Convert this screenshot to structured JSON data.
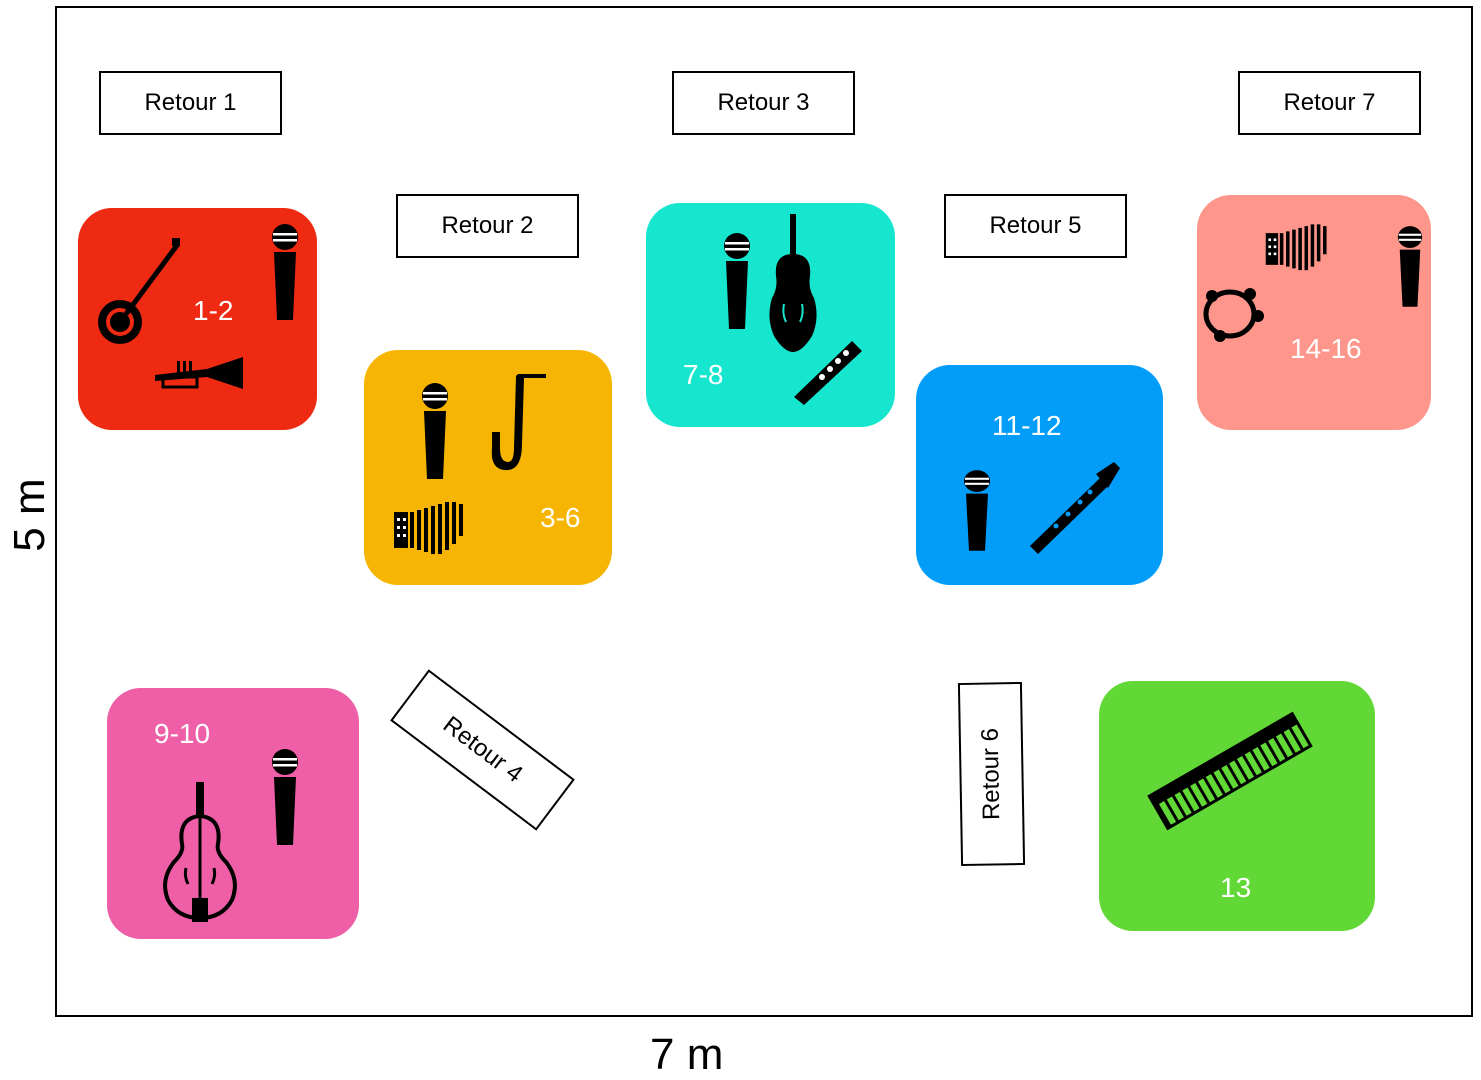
{
  "dimensions": {
    "width_label": "7 m",
    "height_label": "5 m"
  },
  "retours": [
    {
      "label": "Retour 1"
    },
    {
      "label": "Retour 2"
    },
    {
      "label": "Retour 3"
    },
    {
      "label": "Retour 4"
    },
    {
      "label": "Retour 5"
    },
    {
      "label": "Retour 6"
    },
    {
      "label": "Retour 7"
    }
  ],
  "zones": [
    {
      "label": "1-2",
      "color": "#ee2a12",
      "icons": [
        "banjo-icon",
        "microphone-icon",
        "trumpet-icon"
      ]
    },
    {
      "label": "3-6",
      "color": "#f6b502",
      "icons": [
        "microphone-icon",
        "saxophone-icon",
        "accordion-icon"
      ]
    },
    {
      "label": "7-8",
      "color": "#17e6cf",
      "icons": [
        "microphone-icon",
        "violin-icon",
        "tin-whistle-icon"
      ]
    },
    {
      "label": "9-10",
      "color": "#ef5fa7",
      "icons": [
        "cello-icon",
        "microphone-icon"
      ]
    },
    {
      "label": "11-12",
      "color": "#029df9",
      "icons": [
        "microphone-icon",
        "clarinet-icon"
      ]
    },
    {
      "label": "13",
      "color": "#61d836",
      "icons": [
        "keyboard-icon"
      ]
    },
    {
      "label": "14-16",
      "color": "#fe968c",
      "icons": [
        "accordion-icon",
        "tambourine-icon",
        "microphone-icon"
      ]
    }
  ]
}
